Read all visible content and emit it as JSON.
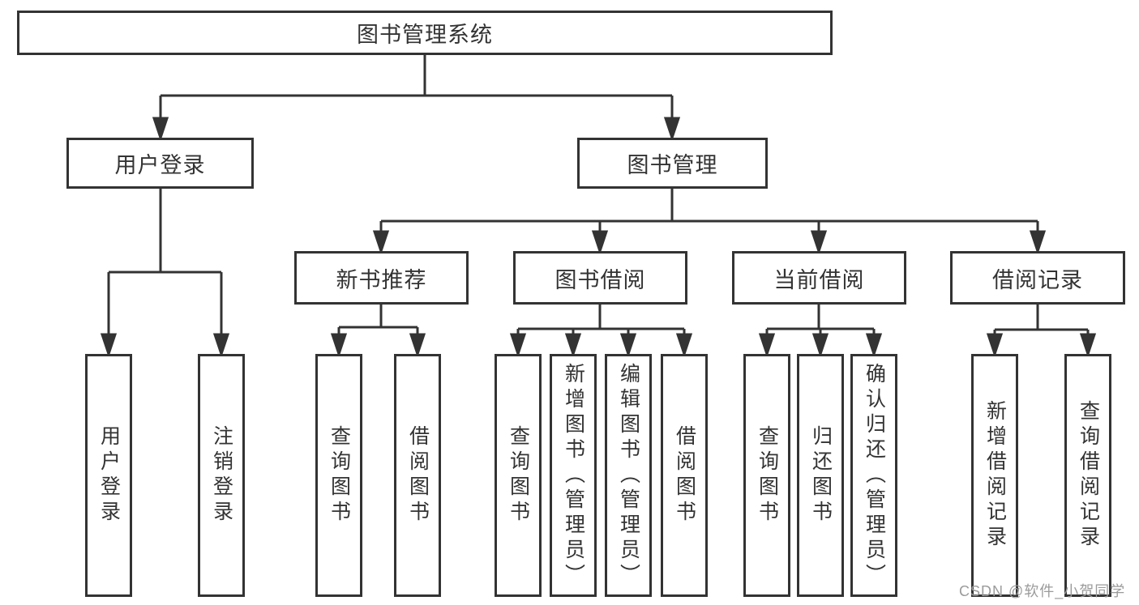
{
  "diagram": {
    "root": "图书管理系统",
    "level2": {
      "user_login": "用户登录",
      "book_mgmt": "图书管理"
    },
    "level3": {
      "new_book_rec": "新书推荐",
      "book_borrow": "图书借阅",
      "current_borrow": "当前借阅",
      "borrow_record": "借阅记录"
    },
    "leaves": {
      "ul_user_login": "用户登录",
      "ul_logout": "注销登录",
      "nb_query_book": "查询图书",
      "nb_borrow_book": "借阅图书",
      "bb_query_book": "查询图书",
      "bb_add_book": "新增图书（管理员）",
      "bb_edit_book": "编辑图书（管理员）",
      "bb_borrow_book": "借阅图书",
      "cb_query_book": "查询图书",
      "cb_return_book": "归还图书",
      "cb_confirm_return": "确认归还（管理员）",
      "br_add_record": "新增借阅记录",
      "br_query_record": "查询借阅记录"
    }
  },
  "watermark": "CSDN @软件_小贺同学",
  "colors": {
    "line": "#333333",
    "text": "#333333",
    "background": "#ffffff",
    "watermark": "#9b9b9b"
  }
}
